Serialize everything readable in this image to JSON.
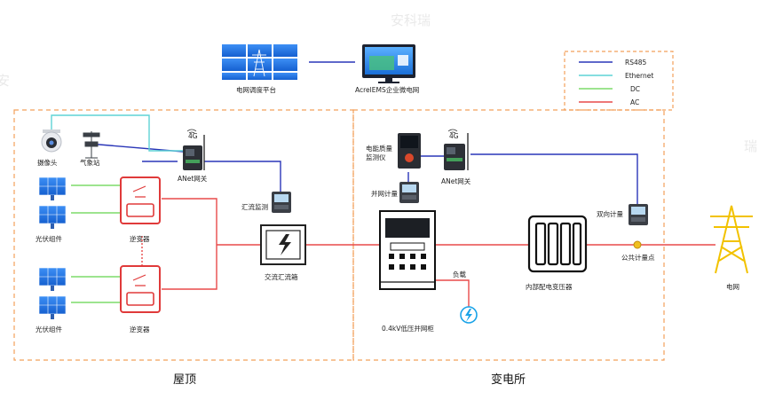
{
  "watermark": {
    "text": "安科瑞"
  },
  "legend": {
    "items": [
      {
        "label": "RS485",
        "color": "#2a36b8"
      },
      {
        "label": "Ethernet",
        "color": "#5fd3d6"
      },
      {
        "label": "DC",
        "color": "#7ddc6a"
      },
      {
        "label": "AC",
        "color": "#e84a4a"
      }
    ]
  },
  "regions": {
    "rooftop": "屋顶",
    "substation": "变电所"
  },
  "labels": {
    "grid_dispatch": "电网调度平台",
    "ems": "AcrelEMS企业微电网",
    "camera": "摄像头",
    "weather": "气象站",
    "anet_left": "ANet网关",
    "pv_top": "光伏组件",
    "pv_bottom": "光伏组件",
    "inverter_top": "逆变器",
    "inverter_bottom": "逆变器",
    "combiner_monitor": "汇流监测",
    "ac_combiner": "交流汇流箱",
    "pq_monitor": "电能质量监测仪",
    "grid_meter": "并网计量",
    "anet_right": "ANet网关",
    "lv_cabinet": "0.4kV低压并网柜",
    "load": "负载",
    "transformer": "内部配电变压器",
    "bidir_meter": "双向计量",
    "pcc": "公共计量点",
    "grid": "电网"
  },
  "icons": {
    "wifi_4g_left": "4G",
    "wifi_4g_right": "4G"
  }
}
